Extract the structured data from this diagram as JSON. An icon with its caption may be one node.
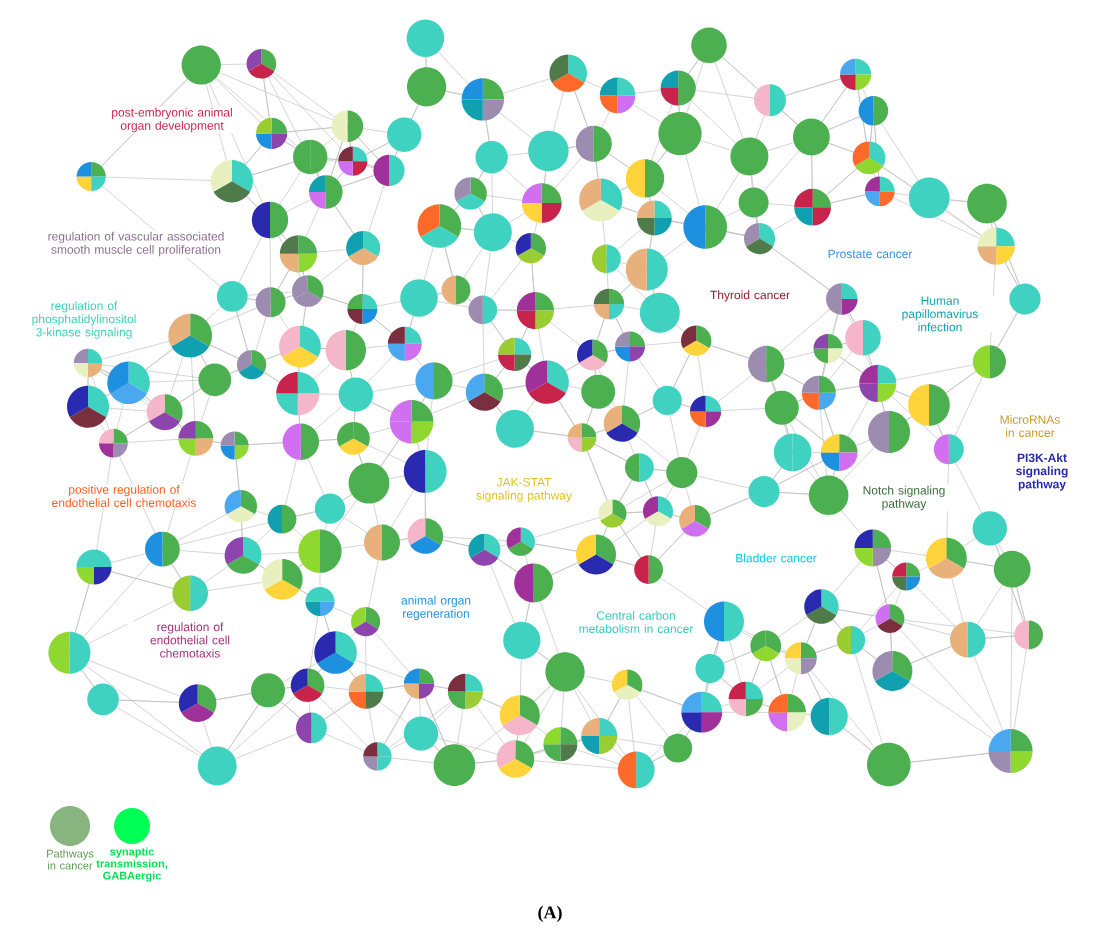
{
  "diagram": {
    "caption": "(A)",
    "nodes": [
      {
        "text": [
          "Pathways in cancer"
        ]
      },
      {
        "text": [
          "synaptic transmission, GABAergic"
        ]
      }
    ],
    "labels": [
      "post-embryonic animal organ development",
      "regulation of vascular associated smooth muscle cell proliferation",
      "regulation of phosphatidylinositol 3-kinase signaling",
      "positive regulation of endothelial cell chemotaxis",
      "regulation of endothelial cell chemotaxis",
      "Thyroid cancer",
      "Prostate cancer",
      "Human papillomavirus infection",
      "MicroRNAs in cancer",
      "PI3K-Akt signaling pathway",
      "Notch signaling pathway",
      "JAK-STAT signaling pathway",
      "animal organ regeneration",
      "Central carbon metabolism in cancer",
      "Bladder cancer"
    ]
  }
}
